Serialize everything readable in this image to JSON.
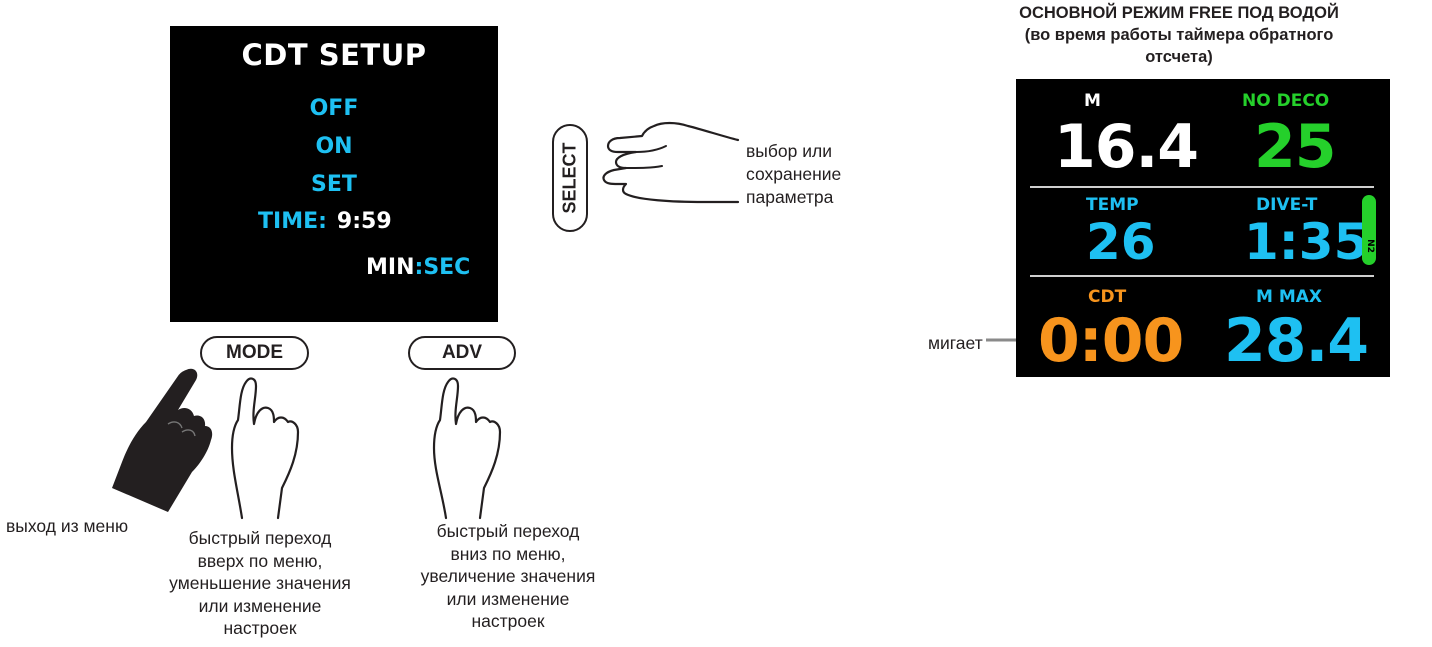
{
  "setup_screen": {
    "title": "CDT SETUP",
    "options": [
      "OFF",
      "ON",
      "SET"
    ],
    "time_label": "TIME:",
    "time_value": "9:59",
    "units_min": "MIN",
    "units_sep": ":",
    "units_sec": "SEC"
  },
  "buttons": {
    "mode": "MODE",
    "adv": "ADV",
    "select": "SELECT"
  },
  "captions": {
    "exit": "выход из меню",
    "mode_lines": [
      "быстрый переход",
      "вверх по меню,",
      "уменьшение значения",
      "или изменение",
      "настроек"
    ],
    "adv_lines": [
      "быстрый переход",
      "вниз по меню,",
      "увеличение значения",
      "или изменение",
      "настроек"
    ],
    "select_lines": [
      "выбор или",
      "сохранение",
      "параметра"
    ],
    "blink": "мигает"
  },
  "dive_panel": {
    "title_lines": [
      "ОСНОВНОЙ РЕЖИМ FREE ПОД ВОДОЙ",
      "(во время работы таймера обратного",
      "отсчета)"
    ],
    "depth_label": "M",
    "depth_value": "16.4",
    "nodeco_label": "NO DECO",
    "nodeco_value": "25",
    "temp_label": "TEMP",
    "temp_value": "26",
    "divet_label": "DIVE-T",
    "divet_value": "1:35",
    "n2_label": "N2",
    "cdt_label": "CDT",
    "cdt_value": "0:00",
    "mmax_label": "M MAX",
    "mmax_value": "28.4"
  },
  "colors": {
    "cyan": "#1ec0f2",
    "green": "#25d02b",
    "orange": "#f7941d",
    "screen_bg": "#000000"
  },
  "icons": [
    "hand-pointing-icon",
    "hand-press-icon",
    "hand-exit-icon"
  ]
}
